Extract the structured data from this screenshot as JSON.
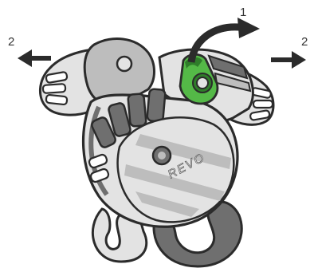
{
  "figure": {
    "brand_text": "REVO",
    "step_labels": {
      "lever": "1",
      "left_arrow": "2",
      "right_arrow": "2"
    }
  },
  "colors": {
    "lever_green": "#54b947",
    "lever_dark_green": "#2f7d2a",
    "body_light": "#e3e3e3",
    "body_mid": "#bdbdbd",
    "body_dark": "#6f6f6f",
    "outline": "#2b2b2b",
    "arrow": "#2b2b2b"
  }
}
